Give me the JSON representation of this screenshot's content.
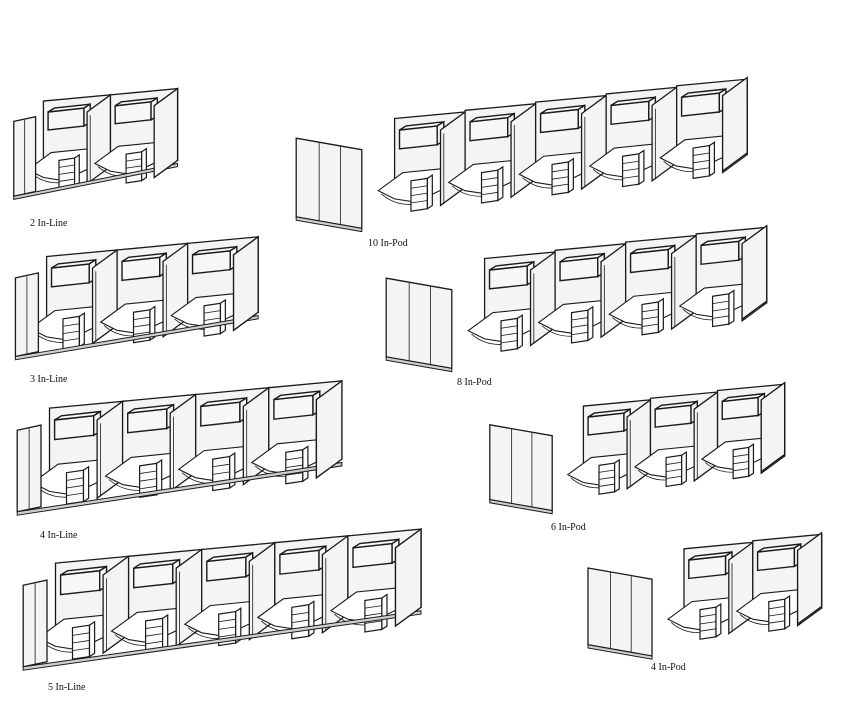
{
  "layouts": [
    {
      "id": "2-inline",
      "label": "2 In-Line",
      "units": 2,
      "kind": "inline"
    },
    {
      "id": "3-inline",
      "label": "3 In-Line",
      "units": 3,
      "kind": "inline"
    },
    {
      "id": "4-inline",
      "label": "4 In-Line",
      "units": 4,
      "kind": "inline"
    },
    {
      "id": "5-inline",
      "label": "5 In-Line",
      "units": 5,
      "kind": "inline"
    },
    {
      "id": "10-inpod",
      "label": "10 In-Pod",
      "units": 5,
      "kind": "pod"
    },
    {
      "id": "8-inpod",
      "label": "8 In-Pod",
      "units": 4,
      "kind": "pod"
    },
    {
      "id": "6-inpod",
      "label": "6 In-Pod",
      "units": 3,
      "kind": "pod"
    },
    {
      "id": "4-inpod",
      "label": "4 In-Pod",
      "units": 2,
      "kind": "pod"
    }
  ]
}
